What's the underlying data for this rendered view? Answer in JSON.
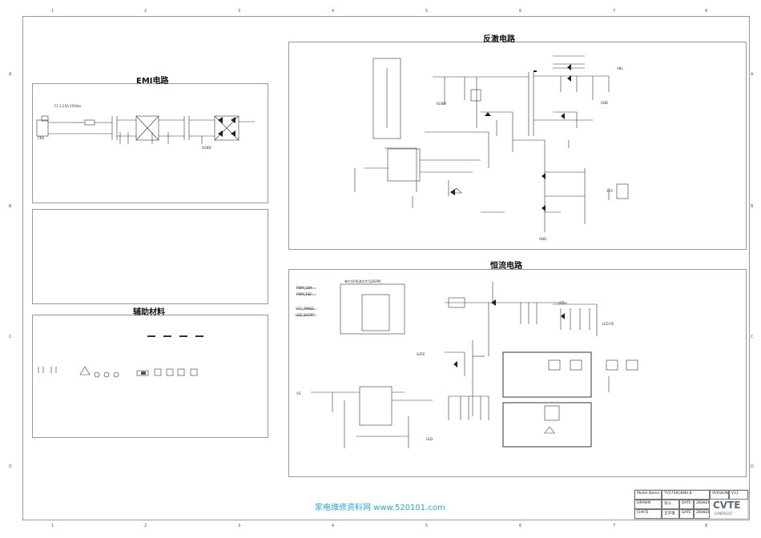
{
  "grid": {
    "top": [
      "1",
      "2",
      "3",
      "4",
      "5",
      "6",
      "7",
      "8"
    ],
    "bottom": [
      "1",
      "2",
      "3",
      "4",
      "5",
      "6",
      "7",
      "8"
    ],
    "left": [
      "A",
      "B",
      "C",
      "D"
    ],
    "right": [
      "A",
      "B",
      "C",
      "D"
    ]
  },
  "sections": {
    "flyback": "反激电路",
    "emi": "EMI电路",
    "aux": "辅助材料",
    "constant_current": "恒流电路"
  },
  "labels": {
    "vbl": "VBL",
    "sgnd": "SGND",
    "gnd": "GND",
    "twelve_v": "12V",
    "cn1": "CN1",
    "f1": "F1 3.15A 250Vac",
    "pwm_dim": "PWM_DIM",
    "pwm_ref": "PWM_REF",
    "vcc_panel": "VCC_PANEL",
    "led_short": "LED_SHORT",
    "ic_note": "单片机/恒流芯片(见BOM)",
    "led_plus": "LED+",
    "led_minus": "LED-",
    "led_fb": "LED FB",
    "gate": "GATE",
    "vs": "VS"
  },
  "title_block": {
    "model_name_label": "Model Name",
    "model_name_value": "TV5736CBNH.8",
    "version_label": "VERSION",
    "version_value": "V11",
    "drawn_label": "DRAWN",
    "drawn_value": "邓斗",
    "date_label": "DATE",
    "date_value": "2B0828",
    "check_label": "CHK'D",
    "check_value": "王华强",
    "date2_label": "DATE",
    "date2_value": "2B0828",
    "logo": "CVTE",
    "logo_sub": "SYNERGIST"
  },
  "footer": {
    "text": "家电维修资料网    www.520101.com"
  }
}
